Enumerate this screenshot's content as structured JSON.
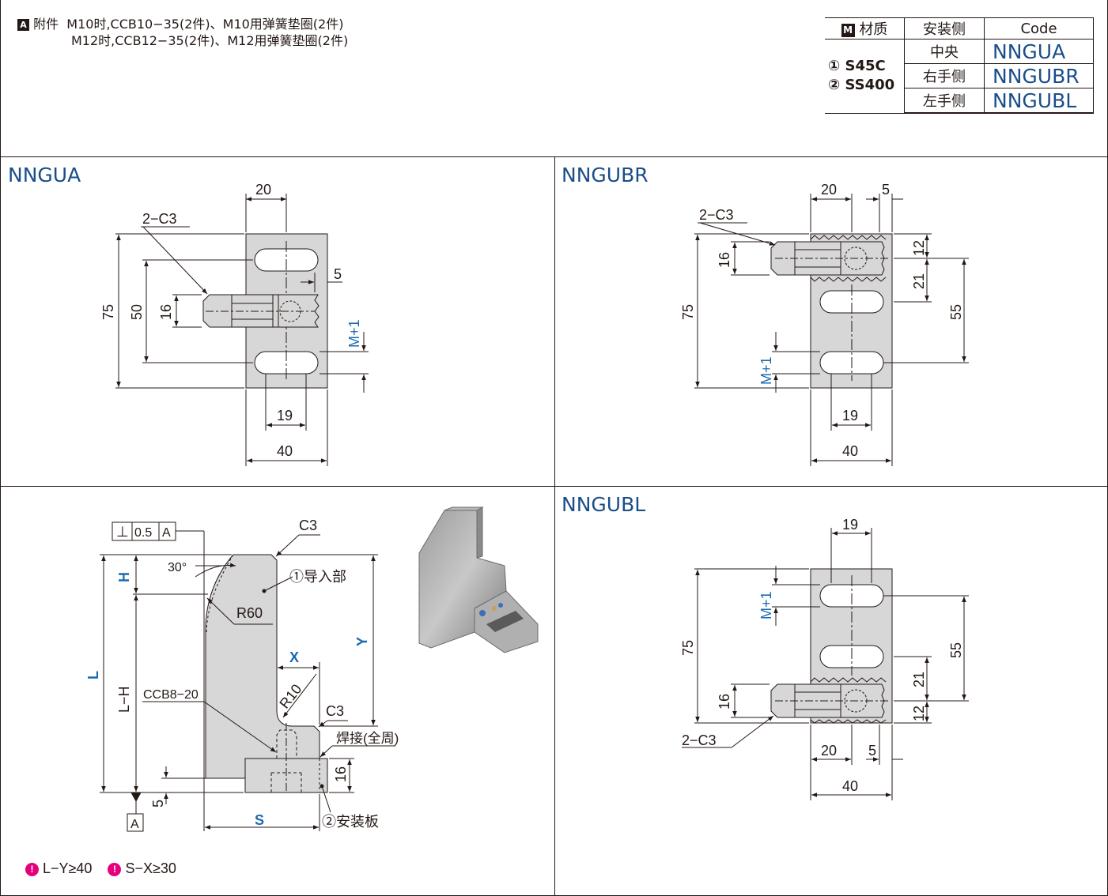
{
  "accessory": {
    "badge": "A",
    "label": "附件",
    "line1": "M10时,CCB10−35(2件)、M10用弹簧垫圈(2件)",
    "line2": "M12时,CCB12−35(2件)、M12用弹簧垫圈(2件)"
  },
  "material_table": {
    "header_badge": "M",
    "headers": [
      "材质",
      "安装侧",
      "Code"
    ],
    "materials": [
      "① S45C",
      "② SS400"
    ],
    "rows": [
      {
        "side": "中央",
        "code": "NNGUA"
      },
      {
        "side": "右手侧",
        "code": "NNGUBR"
      },
      {
        "side": "左手侧",
        "code": "NNGUBL"
      }
    ]
  },
  "panels": {
    "nngua": {
      "title": "NNGUA",
      "dims": {
        "w20": "20",
        "c3": "2−C3",
        "h75": "75",
        "h50": "50",
        "h16": "16",
        "w5": "5",
        "m1": "M+1",
        "w19": "19",
        "w40": "40"
      }
    },
    "nngubr": {
      "title": "NNGUBR",
      "dims": {
        "w20": "20",
        "w5": "5",
        "c3": "2−C3",
        "h16": "16",
        "h12": "12",
        "h21": "21",
        "h75": "75",
        "h55": "55",
        "m1": "M+1",
        "w19": "19",
        "w40": "40"
      }
    },
    "nngubl": {
      "title": "NNGUBL",
      "dims": {
        "w19": "19",
        "m1": "M+1",
        "h75": "75",
        "h55": "55",
        "h21": "21",
        "h16": "16",
        "h12": "12",
        "c3": "2−C3",
        "w20": "20",
        "w5": "5",
        "w40": "40"
      }
    },
    "side": {
      "tol_symbol": "⊥",
      "tol_value": "0.5",
      "tol_datum": "A",
      "c3_top": "C3",
      "angle": "30°",
      "r60": "R60",
      "part1": "①导入部",
      "h": "H",
      "l": "L",
      "lh": "L−H",
      "y": "Y",
      "x": "X",
      "r10": "R10",
      "c3_bottom": "C3",
      "ccb": "CCB8−20",
      "weld": "焊接(全周)",
      "h16": "16",
      "h5": "5",
      "s": "S",
      "part2": "②安装板",
      "datum": "A"
    }
  },
  "notes": [
    {
      "icon": "!",
      "text": "L−Y≥40"
    },
    {
      "icon": "!",
      "text": "S−X≥30"
    }
  ],
  "colors": {
    "code_blue": "#1a4e8a",
    "dim_blue": "#1a6ab0",
    "part_fill": "#d7d7d7",
    "note_magenta": "#e5007e"
  }
}
